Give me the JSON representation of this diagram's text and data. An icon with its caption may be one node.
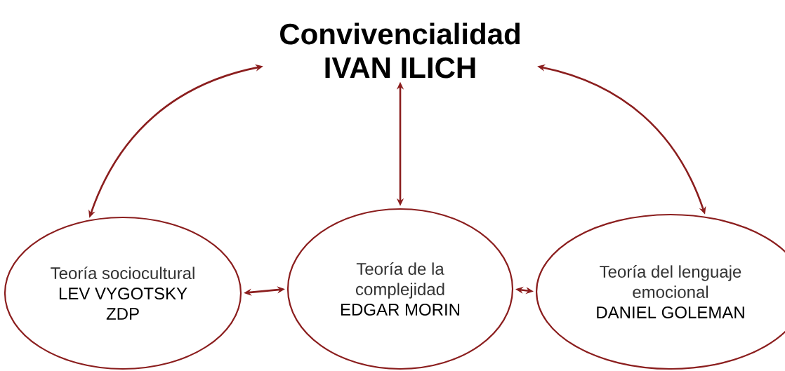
{
  "diagram": {
    "nodes": [
      {
        "text": [
          "Convivencialidad",
          "IVAN ILICH"
        ]
      },
      {
        "text": [
          "Teoría sociocultural",
          "LEV VYGOTSKY ZDP"
        ]
      },
      {
        "text": [
          "Teoría de la complejidad",
          "EDGAR MORIN"
        ]
      },
      {
        "text": [
          "Teoría del lenguaje emocional",
          "DANIEL GOLEMAN"
        ]
      }
    ],
    "edges": [
      {
        "from": 0,
        "to": 1,
        "arrow": "both"
      },
      {
        "from": 0,
        "to": 2,
        "arrow": "both"
      },
      {
        "from": 0,
        "to": 3,
        "arrow": "both"
      },
      {
        "from": 1,
        "to": 2,
        "arrow": "both"
      },
      {
        "from": 2,
        "to": 3,
        "arrow": "both"
      }
    ]
  }
}
